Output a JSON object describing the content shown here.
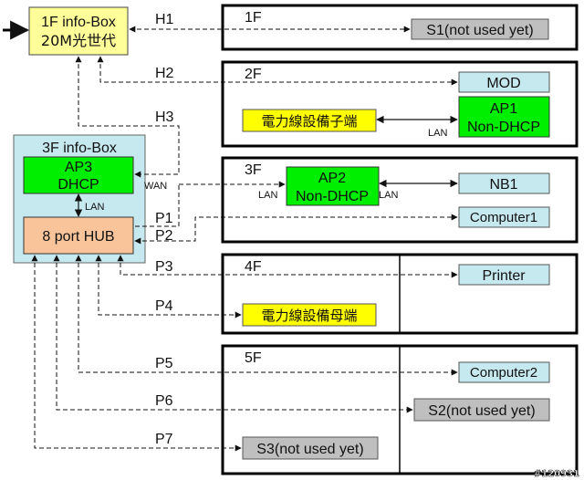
{
  "floors": {
    "f1": "1F",
    "f2": "2F",
    "f3": "3F",
    "f4": "4F",
    "f5": "5F"
  },
  "infobox1": {
    "line1": "1F info-Box",
    "line2": "20M光世代"
  },
  "infobox3": {
    "title": "3F info-Box"
  },
  "ap3": {
    "line1": "AP3",
    "line2": "DHCP"
  },
  "hub": {
    "label": "8 port HUB"
  },
  "ap1": {
    "line1": "AP1",
    "line2": "Non-DHCP"
  },
  "ap2": {
    "line1": "AP2",
    "line2": "Non-DHCP"
  },
  "devices": {
    "s1": "S1(not used yet)",
    "mod": "MOD",
    "plc_child": "電力線設備子端",
    "nb1": "NB1",
    "computer1": "Computer1",
    "printer": "Printer",
    "plc_parent": "電力線設備母端",
    "computer2": "Computer2",
    "s2": "S2(not used yet)",
    "s3": "S3(not used yet)"
  },
  "links": {
    "h1": "H1",
    "h2": "H2",
    "h3": "H3",
    "p1": "P1",
    "p2": "P2",
    "p3": "P3",
    "p4": "P4",
    "p5": "P5",
    "p6": "P6",
    "p7": "P7",
    "wan": "WAN",
    "lan": "LAN"
  },
  "watermark": "#120931",
  "colors": {
    "yellow": "#ffff99",
    "bright_yellow": "#ffff00",
    "green": "#00ee00",
    "cyan_box": "#c6e9ef",
    "hub_orange": "#f9c49a",
    "gray_box": "#bfbfbf"
  }
}
